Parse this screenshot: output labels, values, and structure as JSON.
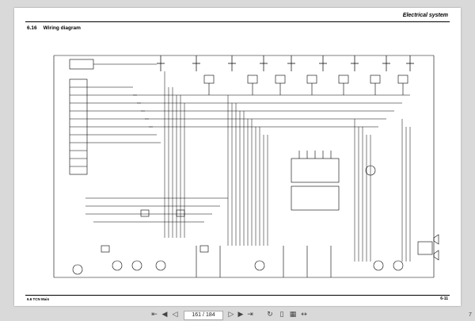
{
  "document": {
    "header_section": "Electrical system",
    "section_number": "6.16",
    "section_title": "Wiring diagram",
    "footer_left": "6.6 TCN Main",
    "footer_page": "6-11"
  },
  "toolbar": {
    "first_icon": "first-page-icon",
    "prev_icon": "previous-page-icon",
    "next_icon": "next-page-icon",
    "last_icon": "last-page-icon",
    "current_page": "161",
    "page_separator": "/",
    "total_pages": "184",
    "zoom_partial": "7"
  }
}
